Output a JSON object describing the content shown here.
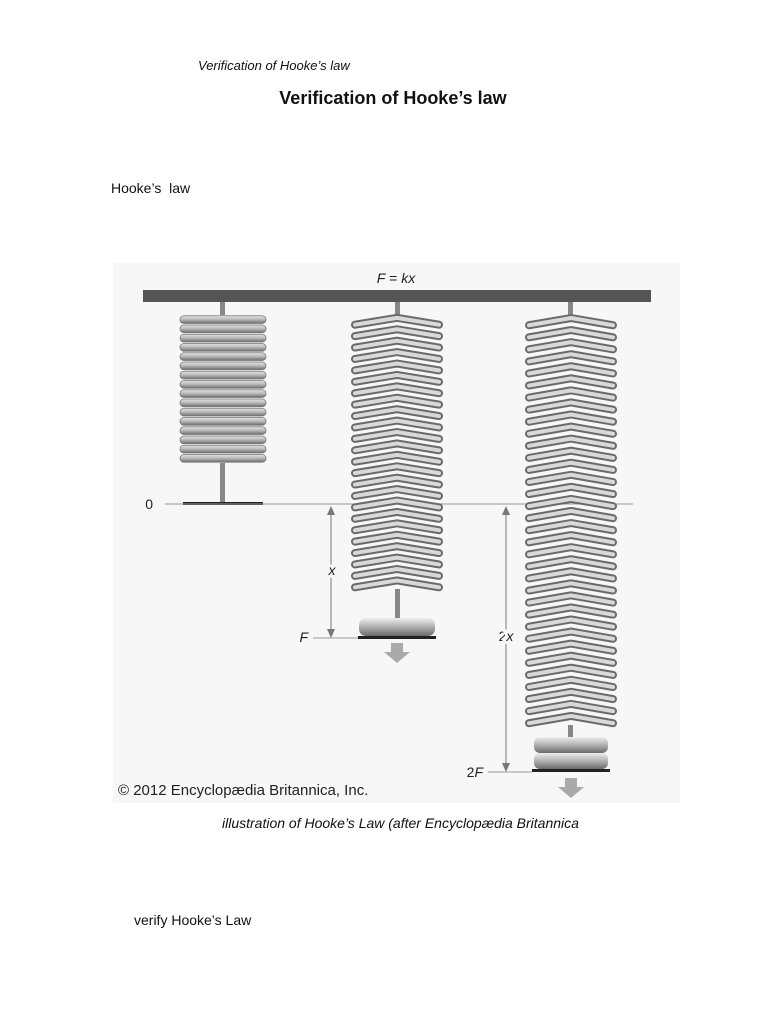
{
  "document": {
    "running_header": "Verification of Hooke’s law",
    "title": "Verification of Hooke’s law",
    "section_label": "Hooke’s  law",
    "caption": "illustration of Hooke’s Law (after Encyclopædia Britannica",
    "footer_text": "verify Hooke’s Law"
  },
  "figure": {
    "formula_lhs": "F",
    "formula_eq": " = ",
    "formula_k": "k",
    "formula_x": "x",
    "zero_label": "0",
    "x_label": "x",
    "force_label": "F",
    "double_x_num": "2",
    "double_x_var": "x",
    "double_force_num": "2",
    "double_force_var": "F",
    "copyright": "© 2012 Encyclopædia Britannica, Inc."
  }
}
